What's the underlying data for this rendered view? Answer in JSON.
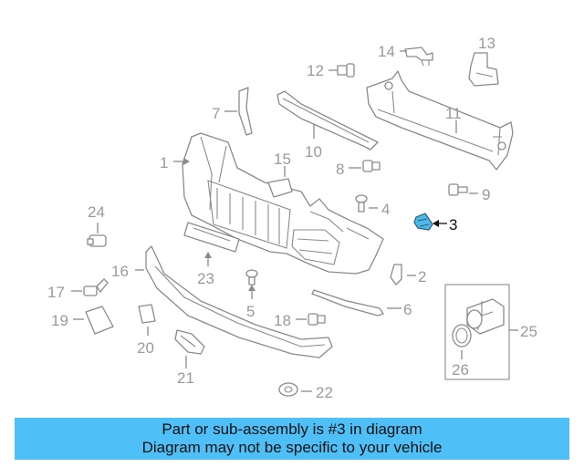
{
  "colors": {
    "highlight": "#4fb8e8",
    "banner_background": "#4fc0f7",
    "lines": "#8a8a8a"
  },
  "callouts": {
    "c1": "1",
    "c2": "2",
    "c3": "3",
    "c4": "4",
    "c5": "5",
    "c6": "6",
    "c7": "7",
    "c8": "8",
    "c9": "9",
    "c10": "10",
    "c11": "11",
    "c12": "12",
    "c13": "13",
    "c14": "14",
    "c15": "15",
    "c16": "16",
    "c17": "17",
    "c18": "18",
    "c19": "19",
    "c20": "20",
    "c21": "21",
    "c22": "22",
    "c23": "23",
    "c24": "24",
    "c25": "25",
    "c26": "26"
  },
  "highlighted_part": "3",
  "banner": {
    "line1": "Part or sub-assembly is #3 in diagram",
    "line2": "Diagram may not be specific to your vehicle"
  }
}
